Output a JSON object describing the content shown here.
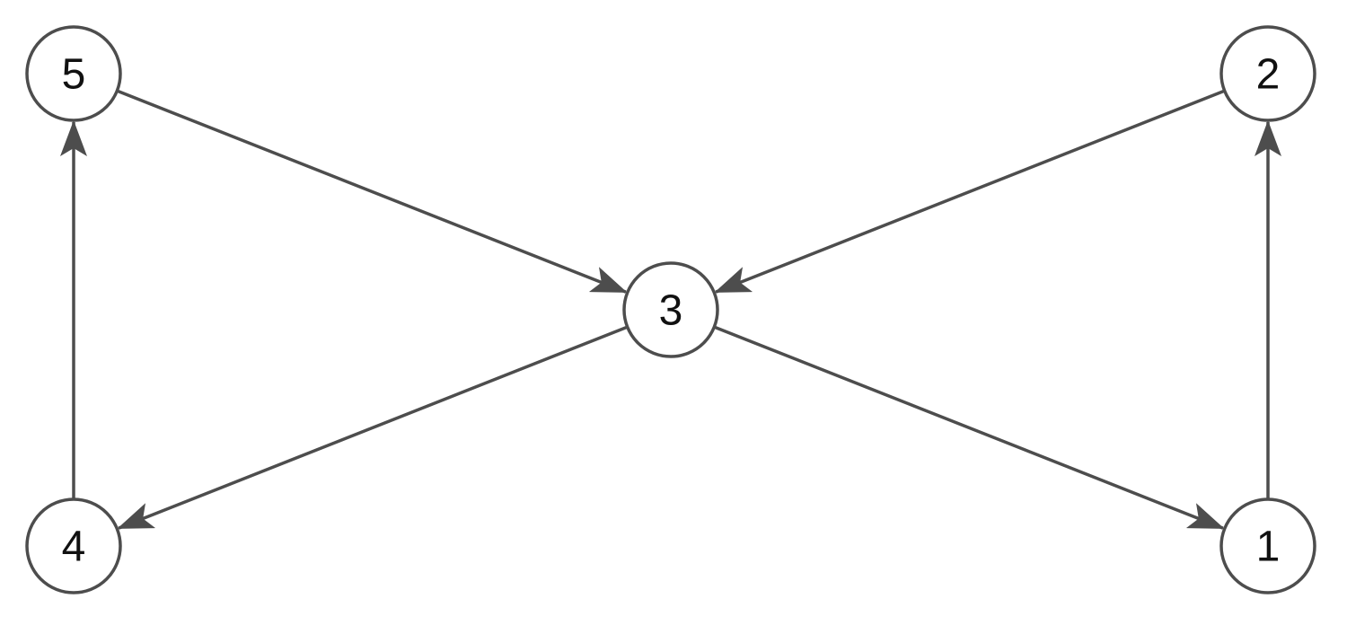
{
  "diagram": {
    "type": "directed-graph",
    "style": {
      "line_color": "#4d4d4d",
      "node_fill": "#ffffff",
      "label_color": "#111111"
    },
    "nodes": [
      {
        "id": "1",
        "label": "1"
      },
      {
        "id": "2",
        "label": "2"
      },
      {
        "id": "3",
        "label": "3"
      },
      {
        "id": "4",
        "label": "4"
      },
      {
        "id": "5",
        "label": "5"
      }
    ],
    "edges": [
      {
        "from": "1",
        "to": "2"
      },
      {
        "from": "2",
        "to": "3"
      },
      {
        "from": "3",
        "to": "1"
      },
      {
        "from": "3",
        "to": "4"
      },
      {
        "from": "4",
        "to": "5"
      },
      {
        "from": "5",
        "to": "3"
      }
    ]
  }
}
